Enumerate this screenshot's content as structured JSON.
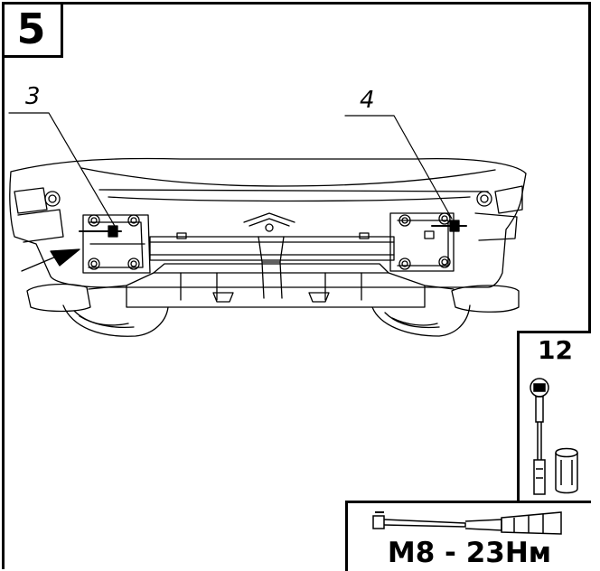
{
  "step": {
    "number": "5"
  },
  "callouts": {
    "left": "3",
    "right": "4"
  },
  "tool": {
    "socket_size": "12"
  },
  "torque": {
    "label": "M8 - 23Нм"
  },
  "icons": [
    "bumper-assembly-drawing",
    "ratchet-wrench-icon",
    "socket-head-icon",
    "torque-wrench-icon",
    "insert-arrow-icon"
  ]
}
